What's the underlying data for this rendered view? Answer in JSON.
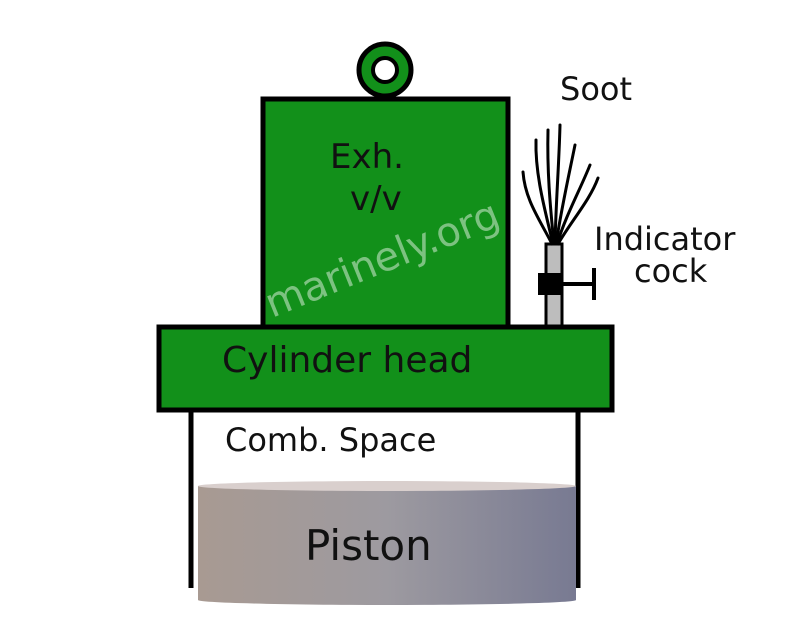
{
  "labels": {
    "exh_valve_line1": "Exh.",
    "exh_valve_line2": "v/v",
    "soot": "Soot",
    "indicator_cock_line1": "Indicator",
    "indicator_cock_line2": "cock",
    "cylinder_head": "Cylinder head",
    "combustion_space": "Comb. Space",
    "piston": "Piston"
  },
  "watermark": "marinely.org",
  "colors": {
    "green": "#12901a",
    "outline": "#000000",
    "piston_left": "#a89a92",
    "piston_right": "#787a92",
    "indicator_stem": "#bdbdbd"
  }
}
